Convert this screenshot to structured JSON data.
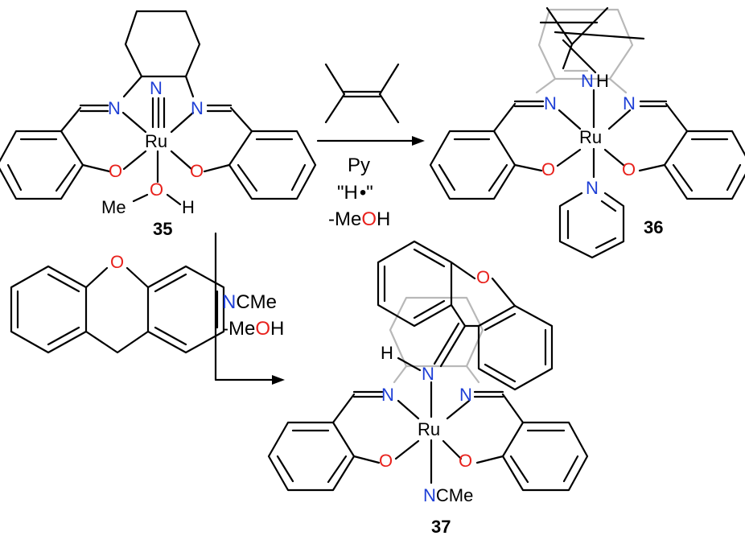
{
  "compounds": {
    "c35": {
      "number": "35",
      "metal": "Ru",
      "nitrido": "N",
      "imine_n": "N",
      "phenoxide_o": "O",
      "methanol_me": "Me",
      "methanol_o": "O",
      "methanol_h": "H"
    },
    "c36": {
      "number": "36",
      "metal": "Ru",
      "imine_n": "N",
      "phenoxide_o": "O",
      "amide_n": "N",
      "amide_h": "H",
      "pyridine_n": "N"
    },
    "c37": {
      "number": "37",
      "metal": "Ru",
      "imine_n": "N",
      "phenoxide_o": "O",
      "amide_n": "N",
      "amide_h": "H",
      "xanthene_o": "O",
      "nitrile_n": "N",
      "nitrile_rest": "CMe"
    },
    "xanthene": {
      "o": "O"
    }
  },
  "reactions": {
    "r1": {
      "reagent_1": "Py",
      "reagent_2_open": "\"H",
      "reagent_2_dot": "•",
      "reagent_2_close": "\"",
      "byproduct_prefix": "-Me",
      "byproduct_o": "O",
      "byproduct_h": "H"
    },
    "r2": {
      "reagent_n": "N",
      "reagent_rest": "CMe",
      "byproduct_prefix": "-Me",
      "byproduct_o": "O",
      "byproduct_h": "H"
    }
  },
  "colors": {
    "nitrogen": "#1e3fd6",
    "oxygen": "#e8211c",
    "bond": "#000000",
    "ghost_bond": "#b8b8b8"
  }
}
